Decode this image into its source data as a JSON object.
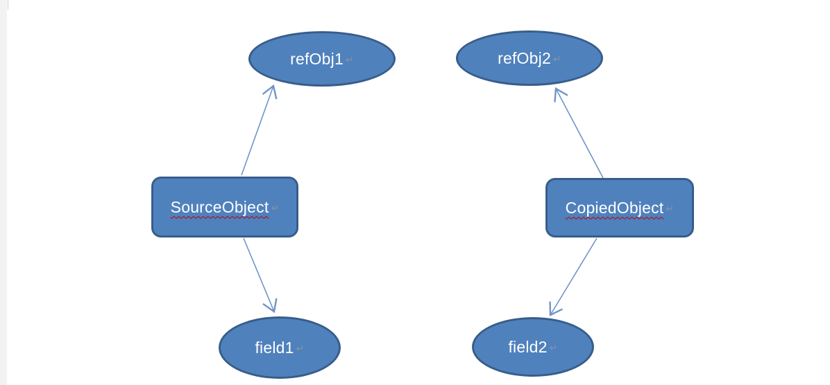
{
  "diagram": {
    "nodes": [
      {
        "id": "refObj1",
        "label": "refObj1",
        "shape": "ellipse",
        "misspelled": false
      },
      {
        "id": "refObj2",
        "label": "refObj2",
        "shape": "ellipse",
        "misspelled": false
      },
      {
        "id": "SourceObject",
        "label": "SourceObject",
        "shape": "rounded-rect",
        "misspelled": true
      },
      {
        "id": "CopiedObject",
        "label": "CopiedObject",
        "shape": "rounded-rect",
        "misspelled": true
      },
      {
        "id": "field1",
        "label": "field1",
        "shape": "ellipse",
        "misspelled": false
      },
      {
        "id": "field2",
        "label": "field2",
        "shape": "ellipse",
        "misspelled": false
      }
    ],
    "edges": [
      {
        "from": "SourceObject",
        "to": "refObj1"
      },
      {
        "from": "SourceObject",
        "to": "field1"
      },
      {
        "from": "CopiedObject",
        "to": "refObj2"
      },
      {
        "from": "CopiedObject",
        "to": "field2"
      }
    ],
    "paragraph_mark": "↵",
    "colors": {
      "shape_fill": "#4f81bd",
      "shape_border": "#385d8a",
      "label_text": "#ffffff",
      "arrow_line": "#6f94c9",
      "spellcheck_underline": "#c00000",
      "gutter": "#f2f2f2"
    }
  }
}
